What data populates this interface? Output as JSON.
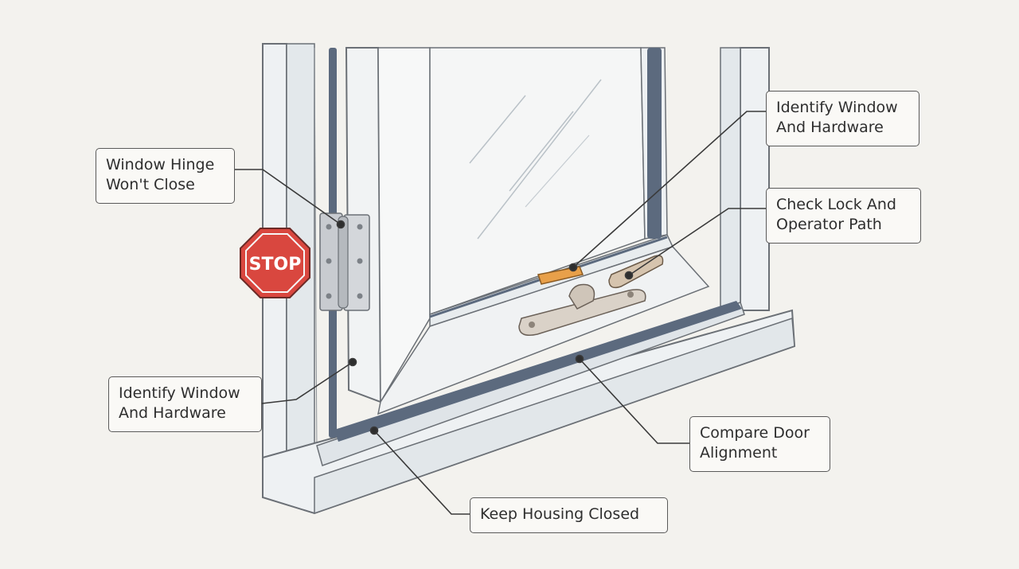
{
  "colors": {
    "background": "#f3f2ee",
    "frame": "#e9edef",
    "frame_stroke": "#6b7076",
    "gasket": "#5c6a7e",
    "stop_red": "#d9473f",
    "latch_orange": "#e8a04a",
    "handle_tan": "#d6c4ae",
    "hinge_metal": "#c8cbd0",
    "leader": "#3a3a3a"
  },
  "sign": {
    "text": "STOP"
  },
  "callouts": {
    "hinge": {
      "line1": "Window Hinge",
      "line2": "Won't Close"
    },
    "identify_top": {
      "line1": "Identify Window",
      "line2": "And Hardware"
    },
    "lock": {
      "line1": "Check Lock And",
      "line2": "Operator Path"
    },
    "identify_left": {
      "line1": "Identify Window",
      "line2": "And Hardware"
    },
    "compare": {
      "line1": "Compare Door",
      "line2": "Alignment"
    },
    "housing": {
      "line1": "Keep Housing Closed"
    }
  }
}
